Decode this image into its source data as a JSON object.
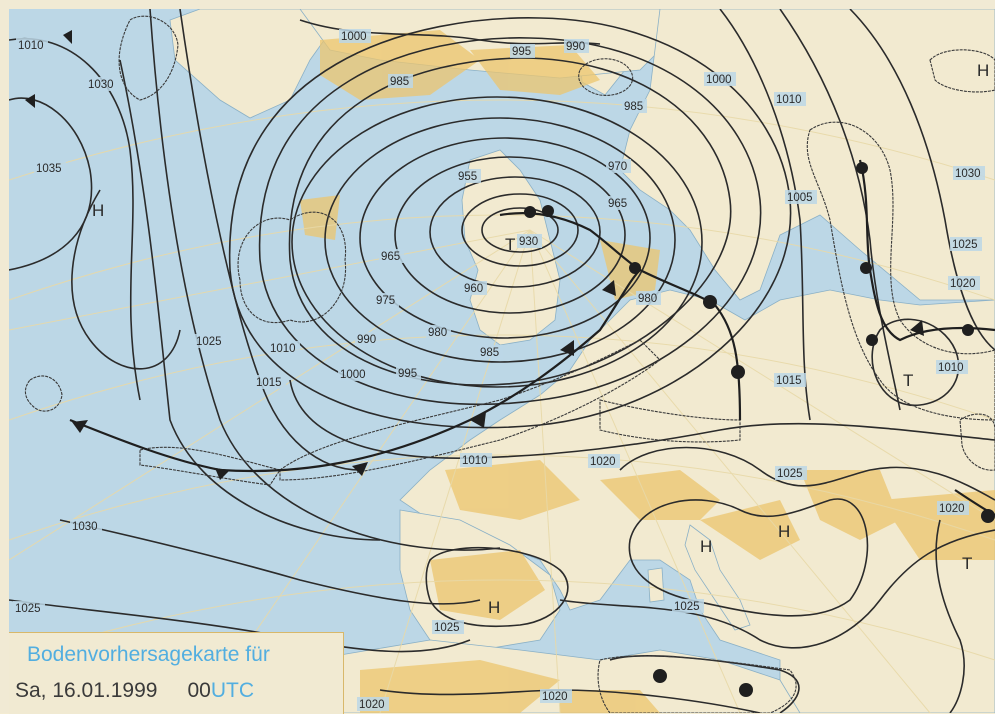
{
  "colors": {
    "sea": "#bcd7e6",
    "land": "#f2ead0",
    "relief": "#ecc56e",
    "isobar": "#2b2b2b",
    "legend_accent": "#52aee0",
    "legend_border": "#d8b86a"
  },
  "pressure_labels": [
    {
      "text": "1000"
    },
    {
      "text": "995"
    },
    {
      "text": "990"
    },
    {
      "text": "985"
    },
    {
      "text": "985"
    },
    {
      "text": "1000"
    },
    {
      "text": "1010"
    },
    {
      "text": "1030"
    },
    {
      "text": "1010"
    },
    {
      "text": "1035"
    },
    {
      "text": "955"
    },
    {
      "text": "970"
    },
    {
      "text": "965"
    },
    {
      "text": "930"
    },
    {
      "text": "1005"
    },
    {
      "text": "1030"
    },
    {
      "text": "965"
    },
    {
      "text": "960"
    },
    {
      "text": "975"
    },
    {
      "text": "980"
    },
    {
      "text": "1025"
    },
    {
      "text": "1020"
    },
    {
      "text": "990"
    },
    {
      "text": "980"
    },
    {
      "text": "985"
    },
    {
      "text": "1025"
    },
    {
      "text": "1010"
    },
    {
      "text": "1015"
    },
    {
      "text": "1000"
    },
    {
      "text": "995"
    },
    {
      "text": "1015"
    },
    {
      "text": "1010"
    },
    {
      "text": "1010"
    },
    {
      "text": "1020"
    },
    {
      "text": "1025"
    },
    {
      "text": "1030"
    },
    {
      "text": "1020"
    },
    {
      "text": "1025"
    },
    {
      "text": "1025"
    },
    {
      "text": "1025"
    },
    {
      "text": "1020"
    },
    {
      "text": "1020"
    }
  ],
  "pressure_centers": [
    {
      "text": "H"
    },
    {
      "text": "H"
    },
    {
      "text": "T"
    },
    {
      "text": "T"
    },
    {
      "text": "H"
    },
    {
      "text": "H"
    },
    {
      "text": "H"
    },
    {
      "text": "T"
    }
  ],
  "legend": {
    "title": "Bodenvorhersagekarte für",
    "date": "Sa, 16.01.1999",
    "time": "00",
    "utc": "UTC"
  }
}
